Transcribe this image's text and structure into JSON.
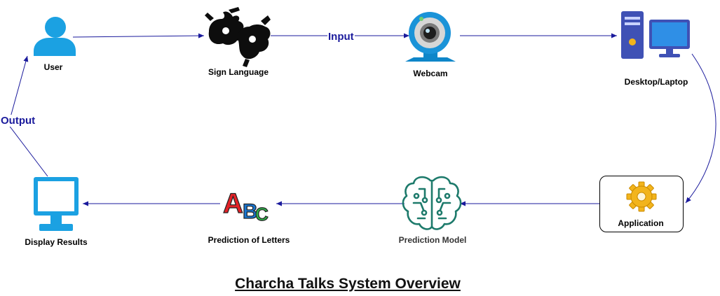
{
  "title": "Charcha Talks System Overview",
  "nodes": {
    "user": {
      "label": "User",
      "icon": "user-icon"
    },
    "sign_language": {
      "label": "Sign Language",
      "icon": "sign-language-hands-icon"
    },
    "webcam": {
      "label": "Webcam",
      "icon": "webcam-icon"
    },
    "desktop": {
      "label": "Desktop/Laptop",
      "icon": "desktop-computer-icon"
    },
    "application": {
      "label": "Application",
      "icon": "gear-icon"
    },
    "prediction_model": {
      "label": "Prediction Model",
      "icon": "ai-brain-icon"
    },
    "prediction_letters": {
      "label": "Prediction of Letters",
      "icon": "abc-letters-icon"
    },
    "display": {
      "label": "Display Results",
      "icon": "monitor-icon"
    }
  },
  "edges": {
    "input_label": "Input",
    "output_label": "Output"
  },
  "colors": {
    "arrow": "#1a1a9c",
    "icon_blue": "#1ba1e2",
    "icon_teal": "#1d7a6b",
    "computer_blue": "#3f51b5",
    "gear_yellow": "#f2b41c"
  }
}
